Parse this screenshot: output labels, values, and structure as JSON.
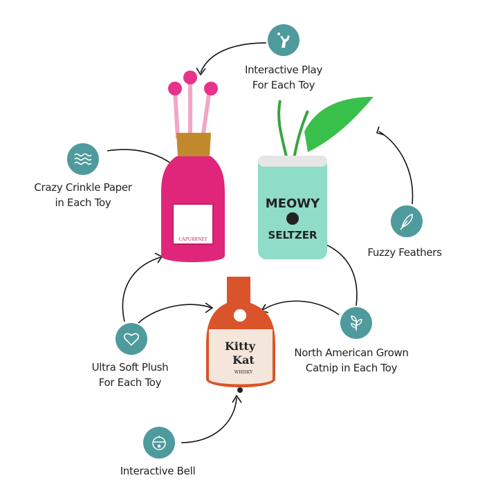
{
  "features": [
    {
      "id": "interactive-play",
      "icon": "cat-playing-icon",
      "line1": "Interactive Play",
      "line2": "For Each Toy"
    },
    {
      "id": "crinkle",
      "icon": "waves-icon",
      "line1": "Crazy Crinkle Paper",
      "line2": "in Each Toy"
    },
    {
      "id": "feathers",
      "icon": "feather-icon",
      "line1": "Fuzzy Feathers",
      "line2": ""
    },
    {
      "id": "plush",
      "icon": "heart-icon",
      "line1": "Ultra Soft Plush",
      "line2": "For Each Toy"
    },
    {
      "id": "catnip",
      "icon": "leaf-sprout-icon",
      "line1": "North American Grown",
      "line2": "Catnip in Each Toy"
    },
    {
      "id": "bell",
      "icon": "bell-icon",
      "line1": "Interactive Bell",
      "line2": ""
    }
  ],
  "toys": {
    "wine": {
      "label": "CAPURRNET"
    },
    "seltzer": {
      "line1": "MEOWY",
      "line2": "SELTZER"
    },
    "whisky": {
      "line1": "Kitty",
      "line2": "Kat",
      "line3": "WHISKY"
    }
  },
  "colors": {
    "accent": "#4f9a9d",
    "pink": "#e0267a",
    "green": "#2fb44a",
    "mint": "#7fd6c2",
    "orange": "#d9542a"
  }
}
